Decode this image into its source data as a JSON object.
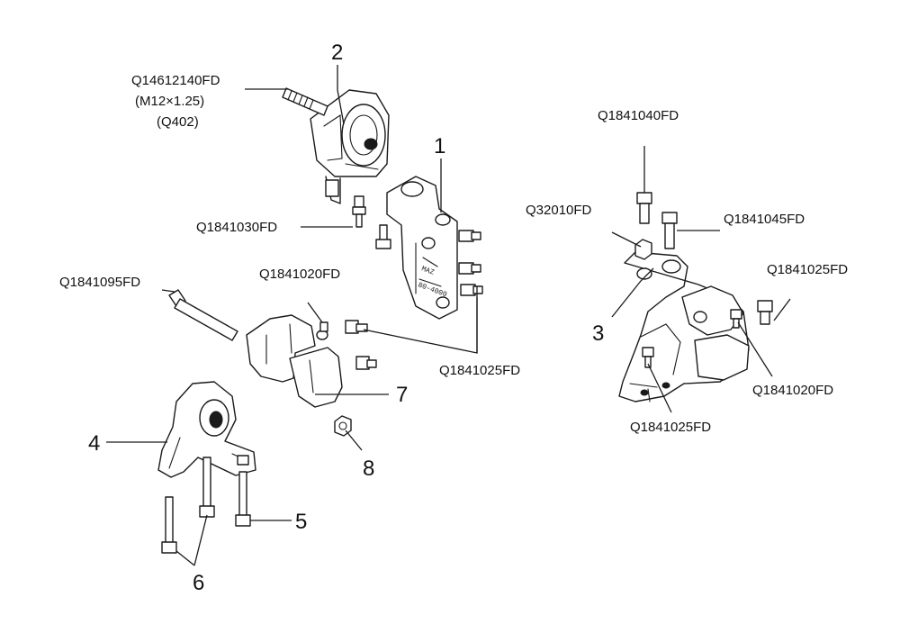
{
  "callouts": {
    "n1": "1",
    "n2": "2",
    "n3": "3",
    "n4": "4",
    "n5": "5",
    "n6": "6",
    "n7": "7",
    "n8": "8"
  },
  "codes": {
    "stud_bolt": "Q14612140FD",
    "stud_thread": "(M12×1.25)",
    "stud_ref": "(Q402)",
    "bolt_1030": "Q1841030FD",
    "bolt_1095": "Q1841095FD",
    "bolt_1020_left": "Q1841020FD",
    "bolt_1025_center": "Q1841025FD",
    "bolt_1040": "Q1841040FD",
    "nut_32010": "Q32010FD",
    "bolt_1045": "Q1841045FD",
    "bolt_1025_right": "Q1841025FD",
    "bolt_1020_right": "Q1841020FD",
    "bolt_1025_bottom": "Q1841025FD"
  }
}
